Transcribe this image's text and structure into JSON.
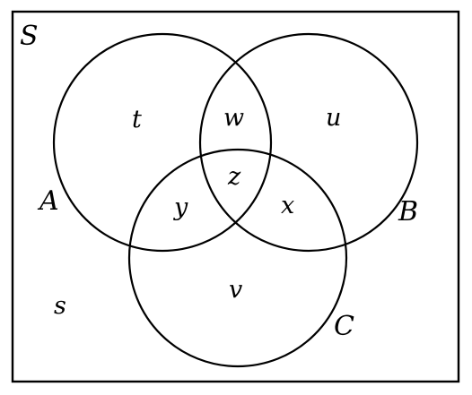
{
  "diagram": {
    "universe_label": "S",
    "sets": [
      {
        "id": "A",
        "label": "A"
      },
      {
        "id": "B",
        "label": "B"
      },
      {
        "id": "C",
        "label": "C"
      }
    ],
    "regions": {
      "only_A": "t",
      "A_and_B_only": "w",
      "only_B": "u",
      "A_B_and_C": "z",
      "A_and_C_only": "y",
      "B_and_C_only": "x",
      "only_C": "v",
      "outside_all": "s"
    },
    "colors": {
      "stroke": "#000000",
      "background": "#ffffff"
    }
  }
}
